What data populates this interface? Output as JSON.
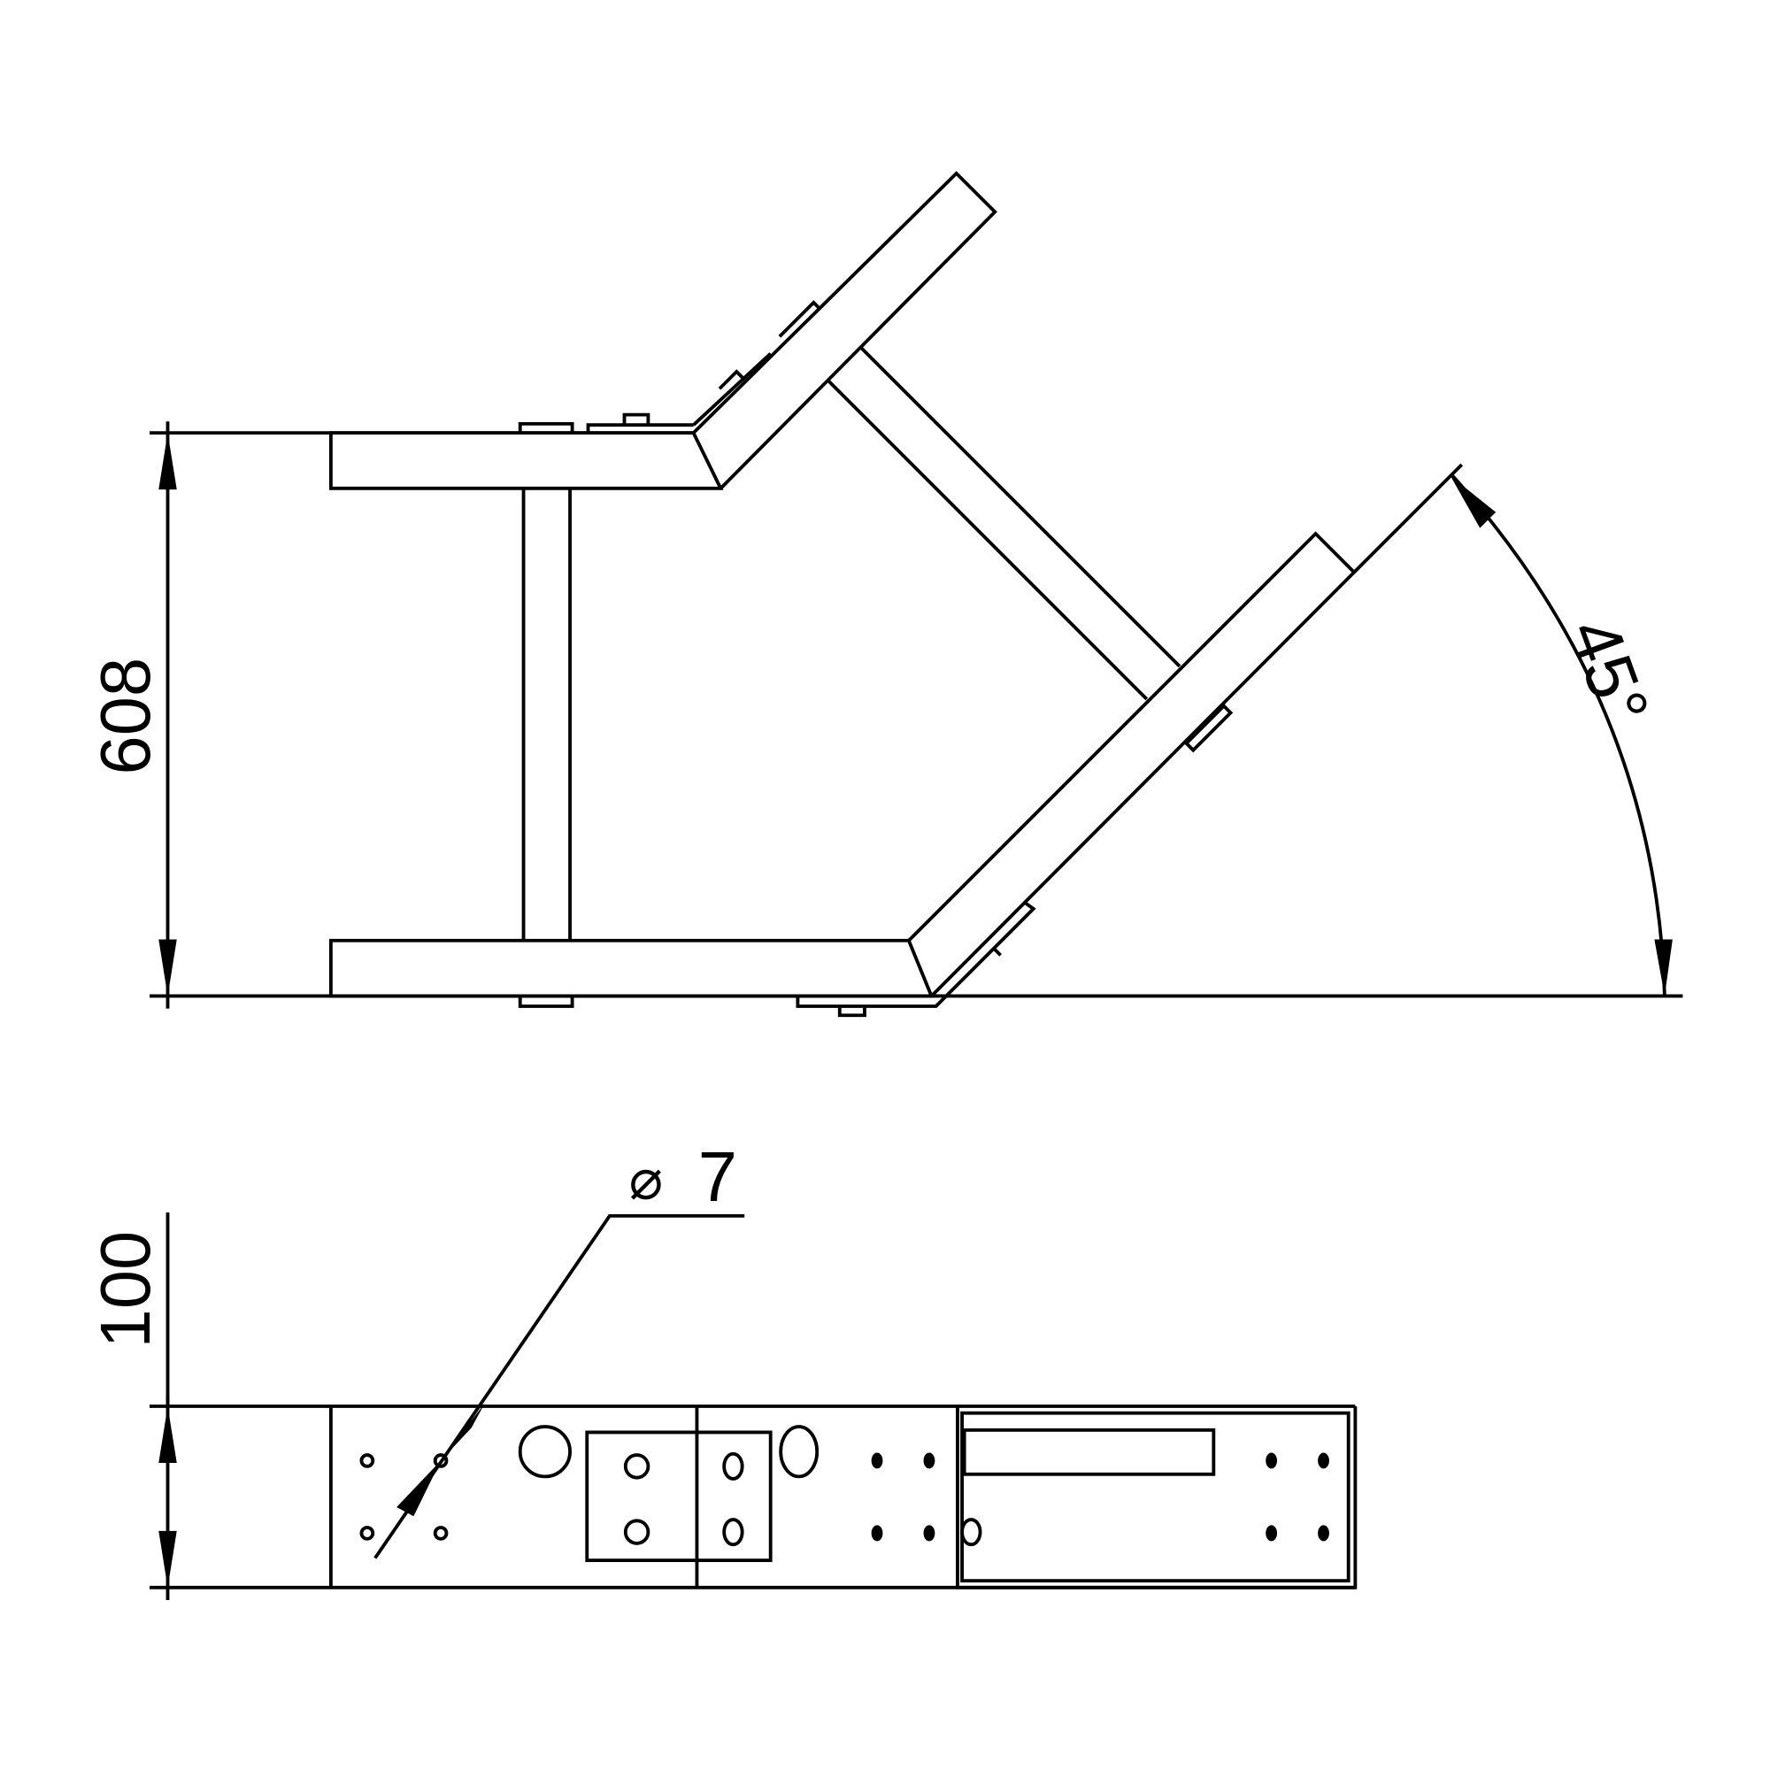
{
  "drawing": {
    "top_view": {
      "dimension_height": "608",
      "dimension_angle": "45°"
    },
    "side_view": {
      "dimension_height": "100",
      "hole_diameter": "7",
      "hole_diameter_symbol": "⌀"
    },
    "line_color": "#000000",
    "background_color": "#ffffff"
  }
}
